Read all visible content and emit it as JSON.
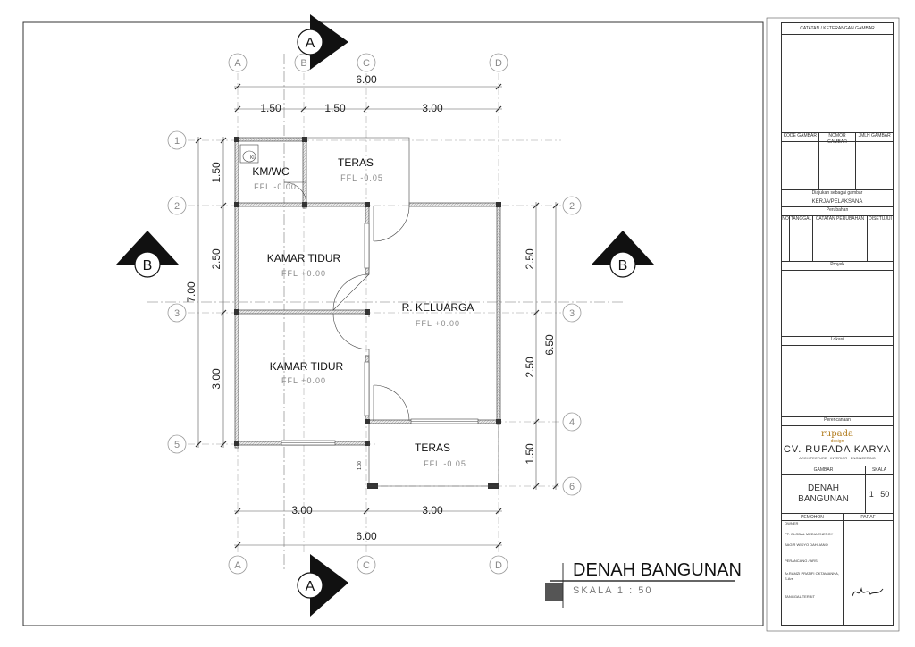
{
  "plan": {
    "title": "DENAH BANGUNAN",
    "scale": "SKALA 1 : 50",
    "section_a": "A",
    "section_b": "B",
    "grid_cols": [
      "A",
      "B",
      "C",
      "D"
    ],
    "grid_rows": [
      "1",
      "2",
      "3",
      "4",
      "5",
      "6"
    ],
    "dims_top_total": "6.00",
    "dims_top": [
      "1.50",
      "1.50",
      "3.00"
    ],
    "dims_bottom": [
      "3.00",
      "3.00"
    ],
    "dims_bottom_total": "6.00",
    "dims_left": [
      "1.50",
      "2.50",
      "3.00"
    ],
    "dims_left_total": "7.00",
    "dims_right": [
      "2.50",
      "2.50",
      "1.50"
    ],
    "dims_right_total": "6.50",
    "small_dim": "1.00",
    "rooms": [
      {
        "name": "KM/WC",
        "ffl": "FFL -0.00"
      },
      {
        "name": "TERAS",
        "ffl": "FFL -0.05"
      },
      {
        "name": "KAMAR TIDUR",
        "ffl": "FFL +0.00"
      },
      {
        "name": "R. KELUARGA",
        "ffl": "FFL +0.00"
      },
      {
        "name": "KAMAR TIDUR",
        "ffl": "FFL +0.00"
      },
      {
        "name": "TERAS",
        "ffl": "FFL -0.05"
      }
    ]
  },
  "title_block": {
    "notes_header": "CATATAN / KETERANGAN GAMBAR",
    "code_headers": [
      "KODE GAMBAR",
      "NOMOR GAMBAR",
      "JMLH GAMBAR"
    ],
    "submitted_as": "Diajukan sebagai gambar",
    "purpose": "KERJA/PELAKSANA",
    "changes": "Perubahan",
    "change_headers": [
      "NO",
      "TANGGAL",
      "CATATAN PERUBAHAN",
      "DISETUJUI"
    ],
    "project_label": "Proyek",
    "location_label": "Lokasi",
    "planner_label": "Perencanaan",
    "logo_main": "rupada",
    "logo_sub": "design",
    "company": "CV. RUPADA KARYA",
    "company_sub": "ARCHITECTURE · INTERIOR · ENGINEERING",
    "drawing_label": "GAMBAR",
    "scale_label": "SKALA",
    "drawing_name_1": "DENAH",
    "drawing_name_2": "BANGUNAN",
    "drawing_scale": "1 : 50",
    "applicant_label": "PEMOHON",
    "paraf_label": "PARAF",
    "owner_label": "OWNER",
    "owner_name": "PT. GLOBAL MEDIA ENERGY",
    "owner_person": "BAGIR WIDYO DAHLIANO",
    "designer_label": "PERANCANG / ARSI",
    "designer_name": "Ar.RAMZI PRATIFI OKTAVIANNA, S.Ars",
    "date_label": "TANGGAL TERBIT"
  }
}
